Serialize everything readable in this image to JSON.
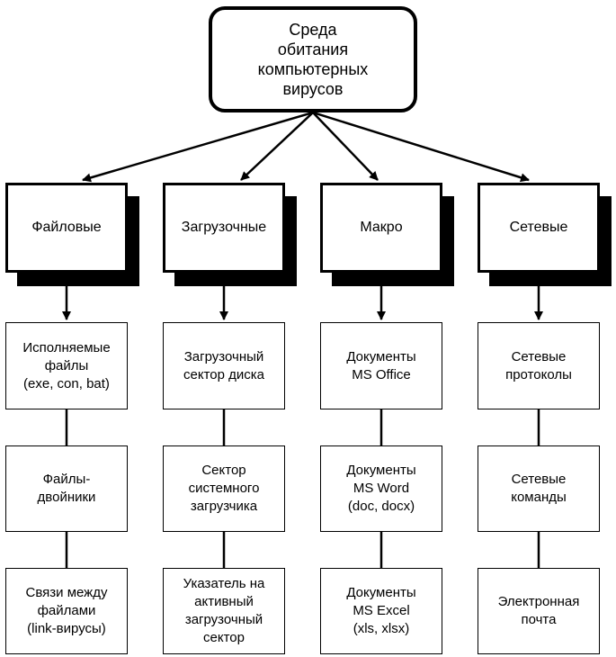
{
  "root": {
    "label": "Среда\nобитания\nкомпьютерных\nвирусов"
  },
  "columns": [
    {
      "category": "Файловые",
      "items": [
        "Исполняемые\nфайлы\n(exe, con, bat)",
        "Файлы-\nдвойники",
        "Связи между\nфайлами\n(link-вирусы)"
      ]
    },
    {
      "category": "Загрузочные",
      "items": [
        "Загрузочный\nсектор диска",
        "Сектор\nсистемного\nзагрузчика",
        "Указатель на\nактивный\nзагрузочный\nсектор"
      ]
    },
    {
      "category": "Макро",
      "items": [
        "Документы\nMS Office",
        "Документы\nMS Word\n(doc, docx)",
        "Документы\nMS Excel\n(xls, xlsx)"
      ]
    },
    {
      "category": "Сетевые",
      "items": [
        "Сетевые\nпротоколы",
        "Сетевые\nкоманды",
        "Электронная\nпочта"
      ]
    }
  ]
}
